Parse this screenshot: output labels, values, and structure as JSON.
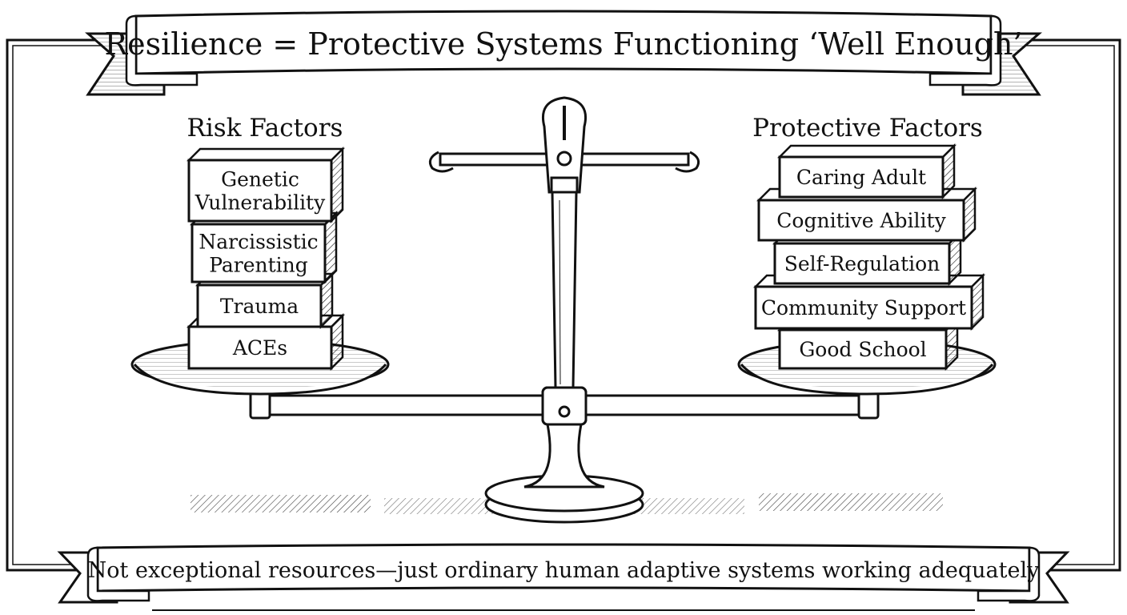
{
  "title": "Resilience = Protective Systems Functioning ‘Well Enough’",
  "risk": {
    "heading": "Risk Factors",
    "blocks": [
      {
        "lines": [
          "Genetic",
          "Vulnerability"
        ]
      },
      {
        "lines": [
          "Narcissistic",
          "Parenting"
        ]
      },
      {
        "lines": [
          "Trauma"
        ]
      },
      {
        "lines": [
          "ACEs"
        ]
      }
    ]
  },
  "protective": {
    "heading": "Protective Factors",
    "blocks": [
      {
        "lines": [
          "Caring Adult"
        ]
      },
      {
        "lines": [
          "Cognitive Ability"
        ]
      },
      {
        "lines": [
          "Self-Regulation"
        ]
      },
      {
        "lines": [
          "Community Support"
        ]
      },
      {
        "lines": [
          "Good School"
        ]
      }
    ]
  },
  "footer": "Not exceptional resources—just ordinary human adaptive systems working adequately",
  "colors": {
    "ink": "#111111",
    "paper": "#ffffff"
  }
}
